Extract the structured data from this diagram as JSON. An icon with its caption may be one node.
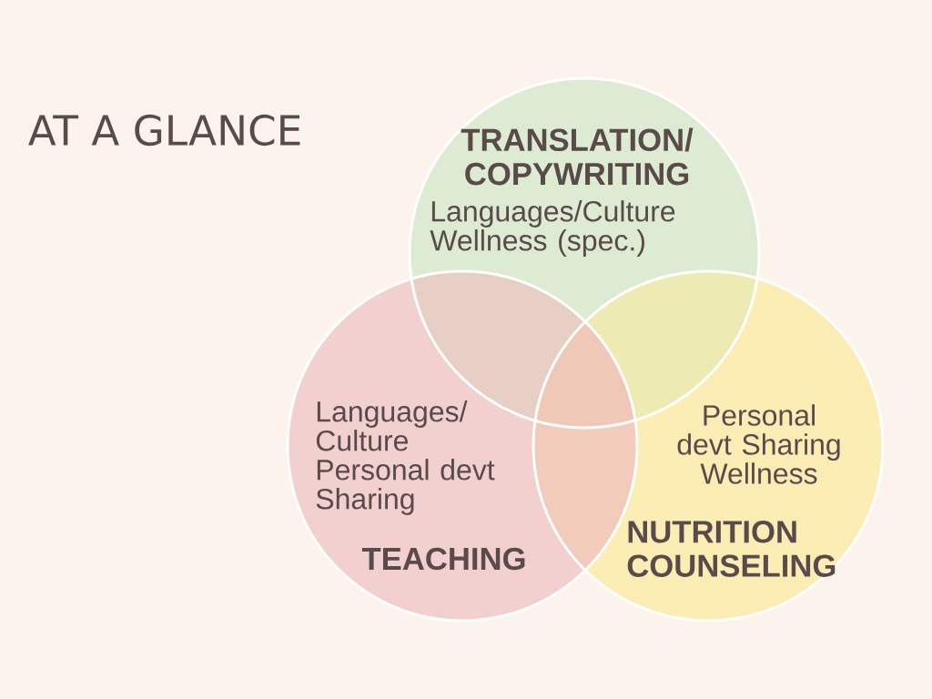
{
  "diagram": {
    "title": "AT A GLANCE",
    "nodes": [
      {
        "text": [
          "TRANSLATION/ COPYWRITING",
          "Languages/Culture Wellness (spec.)"
        ]
      },
      {
        "text": [
          "Languages/ Culture Personal devt Sharing",
          "TEACHING"
        ]
      },
      {
        "text": [
          "Personal devt Sharing Wellness",
          "NUTRITION COUNSELING"
        ]
      }
    ]
  }
}
